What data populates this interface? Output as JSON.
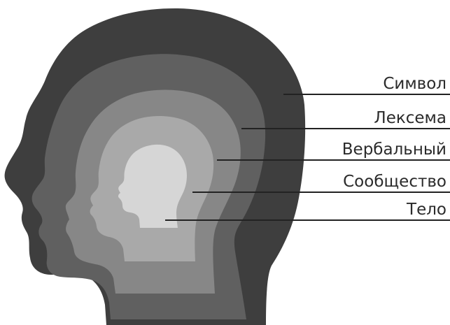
{
  "diagram": {
    "colors": {
      "background": "#ffffff",
      "text": "#2b2b2b",
      "leader_line": "#222222",
      "layer_outer": "#3e3e3e",
      "layer_2": "#606060",
      "layer_3": "#878787",
      "layer_4": "#a9a9a9",
      "layer_inner": "#d6d6d6"
    },
    "layers": [
      {
        "label": "Символ"
      },
      {
        "label": "Лексема"
      },
      {
        "label": "Вербальный"
      },
      {
        "label": "Сообщество"
      },
      {
        "label": "Тело"
      }
    ]
  }
}
